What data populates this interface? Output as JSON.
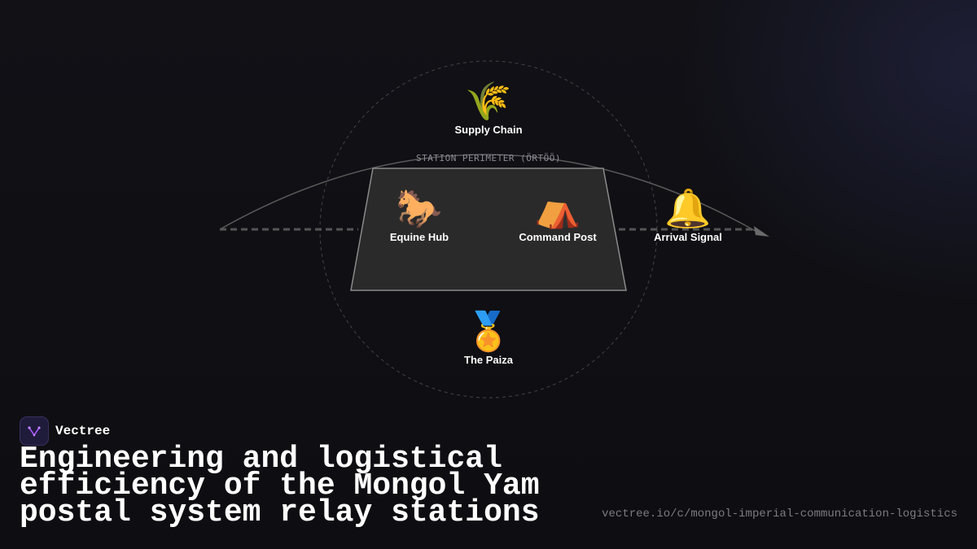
{
  "diagram": {
    "perimeter_label": "STATION PERIMETER (ÖRTÖÖ)",
    "nodes": [
      {
        "id": "supply",
        "icon": "sheaf-of-grain-icon",
        "glyph": "🌾",
        "label": "Supply Chain"
      },
      {
        "id": "equine",
        "icon": "horse-icon",
        "glyph": "🐎",
        "label": "Equine Hub"
      },
      {
        "id": "command",
        "icon": "tent-icon",
        "glyph": "⛺",
        "label": "Command Post"
      },
      {
        "id": "arrival",
        "icon": "bell-icon",
        "glyph": "🔔",
        "label": "Arrival Signal"
      },
      {
        "id": "paiza",
        "icon": "medal-icon",
        "glyph": "🏅",
        "label": "The Paiza"
      }
    ],
    "colors": {
      "station_fill": "#2a2a2a",
      "station_stroke": "#8a8a8a",
      "route": "#555555",
      "circle": "#444444"
    }
  },
  "brand": {
    "name": "Vectree",
    "logo_icon": "vectree-logo-icon",
    "accent": "#a855f7"
  },
  "headline": "Engineering and logistical efficiency of the Mongol Yam postal system relay stations",
  "url": "vectree.io/c/mongol-imperial-communication-logistics"
}
